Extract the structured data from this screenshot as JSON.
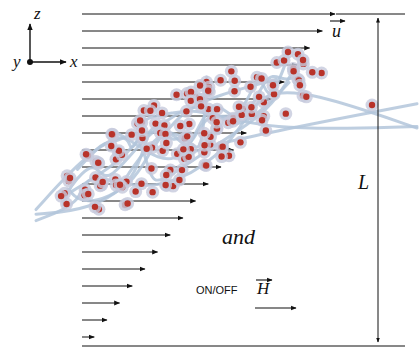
{
  "diagram": {
    "labels": [
      "z",
      "y",
      "x",
      "u",
      "and",
      "ON/OFF",
      "H",
      "L"
    ]
  }
}
